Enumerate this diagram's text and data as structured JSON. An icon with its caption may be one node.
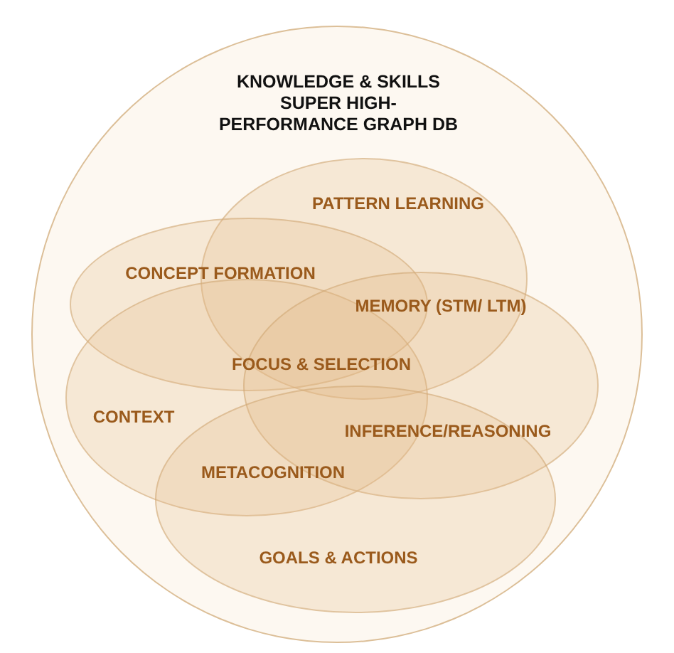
{
  "diagram": {
    "nodes": [
      {
        "text": [
          "KNOWLEDGE & SKILLS SUPER HIGH-PERFORMANCE GRAPH DB"
        ]
      },
      {
        "text": [
          "PATTERN LEARNING"
        ],
        "in": 0
      },
      {
        "text": [
          "CONCEPT FORMATION"
        ],
        "in": 0
      },
      {
        "text": [
          "CONTEXT"
        ],
        "in": 0
      },
      {
        "text": [
          "INFERENCE/REASONING"
        ],
        "in": 0
      },
      {
        "text": [
          "GOALS & ACTIONS"
        ],
        "in": 0
      }
    ],
    "labels": [
      "MEMORY (STM/ LTM)",
      "FOCUS & SELECTION",
      "METACOGNITION"
    ]
  }
}
